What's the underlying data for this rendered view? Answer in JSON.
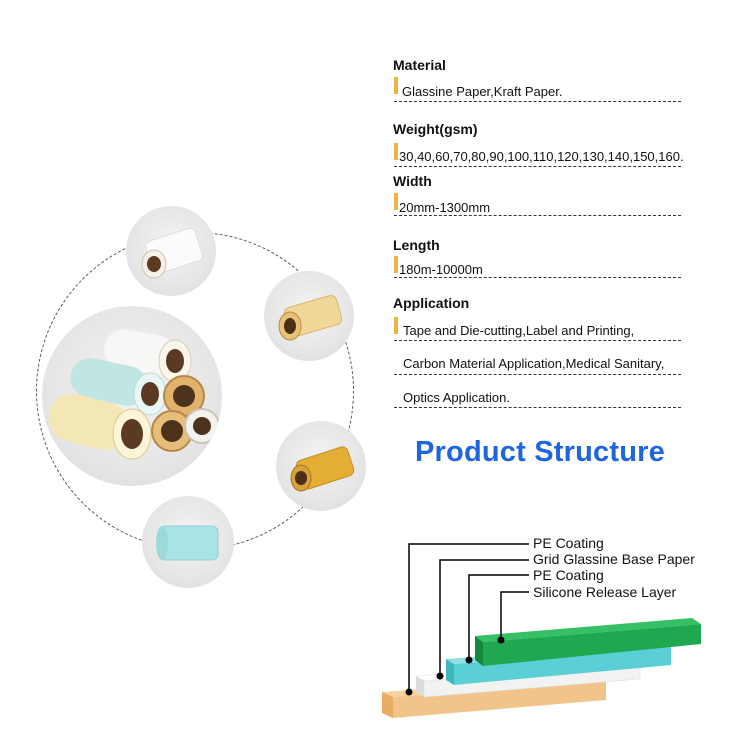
{
  "specs": {
    "material": {
      "title": "Material",
      "value": "Glassine Paper,Kraft Paper."
    },
    "weight": {
      "title": "Weight(gsm)",
      "value": "30,40,60,70,80,90,100,110,120,130,140,150,160."
    },
    "width": {
      "title": "Width",
      "value": "20mm-1300mm"
    },
    "length": {
      "title": "Length",
      "value": "180m-10000m"
    },
    "application": {
      "title": "Application",
      "lines": [
        "Tape and Die-cutting,Label and Printing,",
        "Carbon Material Application,Medical Sanitary,",
        "Optics Application."
      ]
    }
  },
  "structure": {
    "heading": "Product Structure",
    "layers": [
      "PE Coating",
      "Grid Glassine Base Paper",
      "PE Coating",
      "Silicone Release Layer"
    ]
  },
  "colors": {
    "accent_bar": "#f0b442",
    "heading": "#1f64e0",
    "silicone_layer": "#1fa84f",
    "pe_coating_top": "#5bcfd6",
    "glassine_base": "#f2f2f2",
    "pe_coating_bottom": "#f3c48a"
  }
}
